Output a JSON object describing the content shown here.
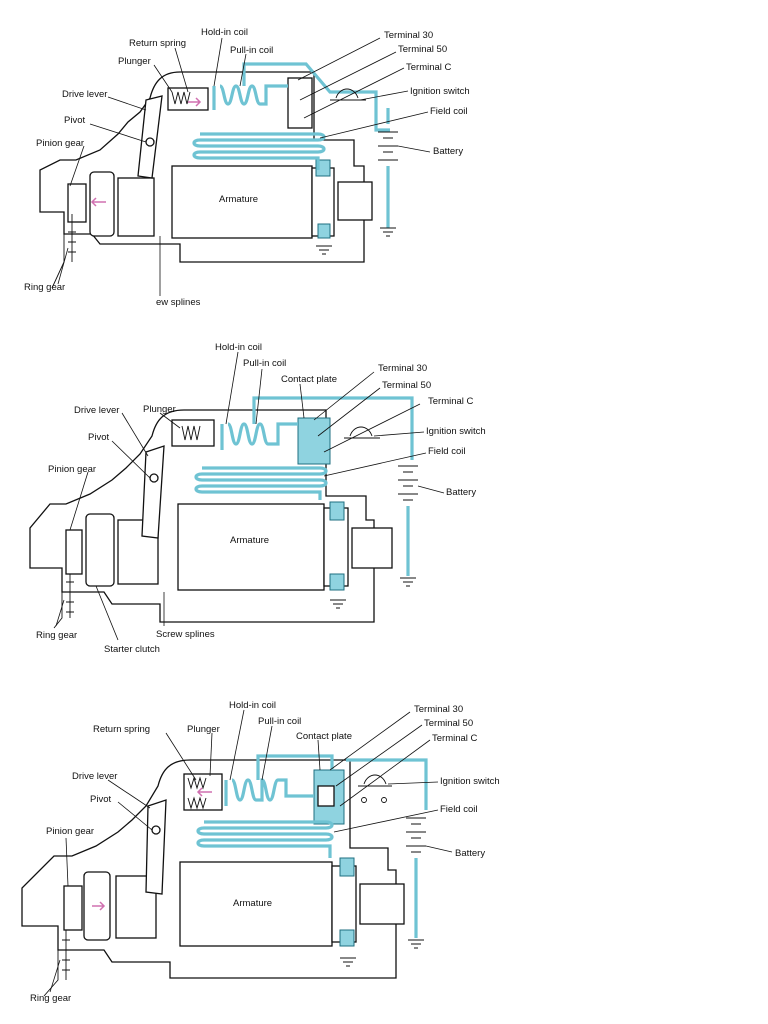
{
  "figures": [
    {
      "labels": {
        "hold_in_coil": "Hold-in coil",
        "return_spring": "Return spring",
        "pull_in_coil": "Pull-in coil",
        "plunger": "Plunger",
        "drive_lever": "Drive lever",
        "pivot": "Pivot",
        "pinion_gear": "Pinion gear",
        "terminal_30": "Terminal 30",
        "terminal_50": "Terminal 50",
        "terminal_c": "Terminal C",
        "ignition_switch": "Ignition switch",
        "field_coil": "Field coil",
        "battery": "Battery",
        "armature": "Armature",
        "ring_gear": "Ring gear",
        "screw_splines": "ew splines"
      }
    },
    {
      "labels": {
        "hold_in_coil": "Hold-in coil",
        "pull_in_coil": "Pull-in coil",
        "contact_plate": "Contact plate",
        "plunger": "Plunger",
        "drive_lever": "Drive lever",
        "pivot": "Pivot",
        "pinion_gear": "Pinion gear",
        "terminal_30": "Terminal 30",
        "terminal_50": "Terminal 50",
        "terminal_c": "Terminal C",
        "ignition_switch": "Ignition switch",
        "field_coil": "Field coil",
        "battery": "Battery",
        "armature": "Armature",
        "ring_gear": "Ring gear",
        "screw_splines": "Screw splines",
        "starter_clutch": "Starter clutch"
      }
    },
    {
      "labels": {
        "hold_in_coil": "Hold-in coil",
        "return_spring": "Return spring",
        "plunger": "Plunger",
        "pull_in_coil": "Pull-in coil",
        "contact_plate": "Contact plate",
        "terminal_30": "Terminal 30",
        "terminal_50": "Terminal 50",
        "terminal_c": "Terminal C",
        "drive_lever": "Drive lever",
        "pivot": "Pivot",
        "pinion_gear": "Pinion gear",
        "ignition_switch": "Ignition switch",
        "field_coil": "Field coil",
        "battery": "Battery",
        "armature": "Armature",
        "ring_gear": "Ring gear"
      }
    }
  ],
  "colors": {
    "wire": "#6fc3d3",
    "wire_dark": "#1f6f80",
    "highlight": "#8fd3e0",
    "arrow": "#d070b0"
  }
}
